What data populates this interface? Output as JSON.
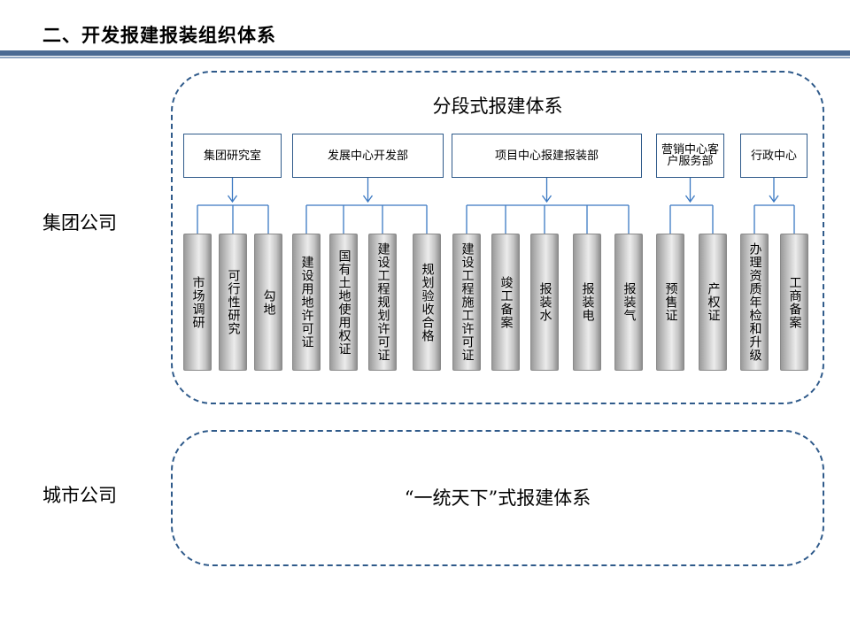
{
  "slide": {
    "title": "二、开发报建报装组织体系"
  },
  "sidebar": {
    "group_label": "集团公司",
    "city_label": "城市公司"
  },
  "diagram": {
    "title": "分段式报建体系",
    "departments": [
      {
        "name": "集团研究室",
        "items": [
          "市场调研",
          "可行性研究",
          "勾地"
        ]
      },
      {
        "name": "发展中心开发部",
        "items": [
          "建设用地许可证",
          "国有土地使用权证",
          "建设工程规划许可证",
          "规划验收合格"
        ]
      },
      {
        "name": "项目中心报建报装部",
        "items": [
          "建设工程施工许可证",
          "竣工备案",
          "报装水",
          "报装电",
          "报装气"
        ]
      },
      {
        "name": "营销中心客户服务部",
        "items": [
          "预售证",
          "产权证"
        ]
      },
      {
        "name": "行政中心",
        "items": [
          "办理资质年检和升级",
          "工商备案"
        ]
      }
    ]
  },
  "city_system": {
    "text": "“一统天下”式报建体系"
  },
  "colors": {
    "accent": "#2f5a8a",
    "rule": "#4a6a93",
    "connector": "#3a78c2"
  }
}
